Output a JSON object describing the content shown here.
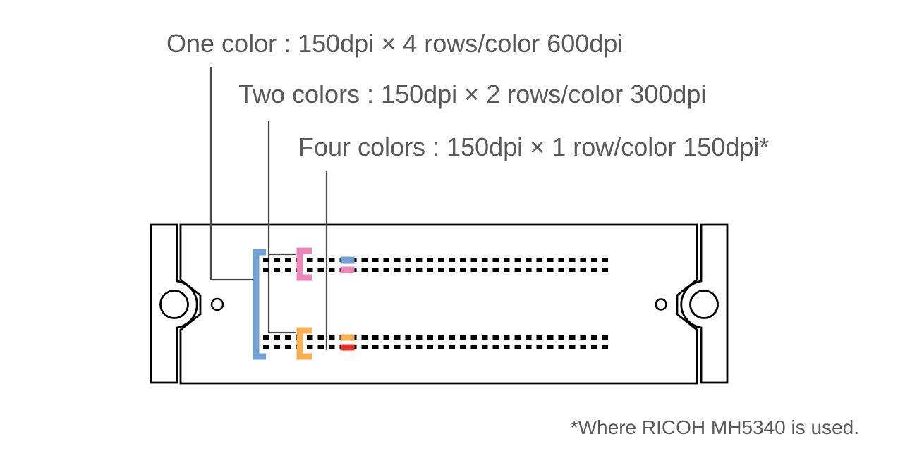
{
  "annotations": {
    "one_color": {
      "label": "One color : 150dpi × 4 rows/color 600dpi"
    },
    "two_colors": {
      "label": "Two colors : 150dpi × 2 rows/color 300dpi"
    },
    "four_colors": {
      "label": "Four colors : 150dpi × 1 row/color 150dpi*"
    }
  },
  "footnote": "*Where RICOH MH5340 is used.",
  "colors": {
    "blue": "#6FA0D6",
    "pink": "#EC86B9",
    "orange": "#F8B052",
    "red": "#E5352B",
    "outline": "#000000",
    "leader_line": "#4A4A4C",
    "text": "#58585A"
  }
}
